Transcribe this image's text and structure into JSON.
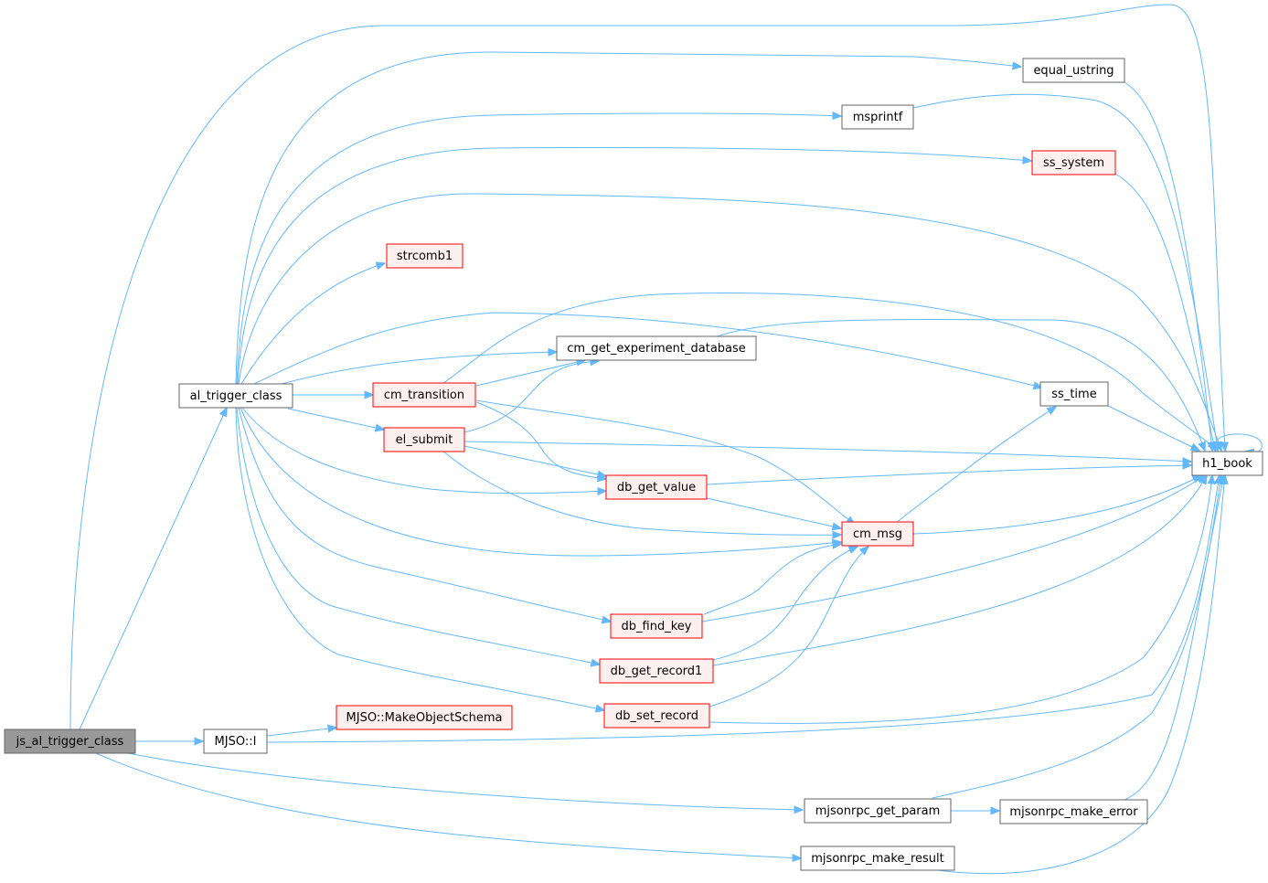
{
  "colors": {
    "edge": "#63b8ff",
    "root_fill": "#999999",
    "root_border": "#666666",
    "normal_border": "#666666",
    "red_border": "#ff0000",
    "red_fill": "#fff0f0",
    "normal_fill": "#ffffff"
  },
  "nodes": {
    "js_al_trigger_class": {
      "label": "js_al_trigger_class",
      "style": "root"
    },
    "al_trigger_class": {
      "label": "al_trigger_class",
      "style": "normal"
    },
    "MJSO_I": {
      "label": "MJSO::I",
      "style": "normal"
    },
    "MJSO_MakeObjectSchema": {
      "label": "MJSO::MakeObjectSchema",
      "style": "red"
    },
    "strcomb1": {
      "label": "strcomb1",
      "style": "red"
    },
    "cm_transition": {
      "label": "cm_transition",
      "style": "red"
    },
    "el_submit": {
      "label": "el_submit",
      "style": "red"
    },
    "cm_get_experiment_database": {
      "label": "cm_get_experiment_database",
      "style": "normal"
    },
    "db_get_value": {
      "label": "db_get_value",
      "style": "red"
    },
    "db_find_key": {
      "label": "db_find_key",
      "style": "red"
    },
    "db_get_record1": {
      "label": "db_get_record1",
      "style": "red"
    },
    "db_set_record": {
      "label": "db_set_record",
      "style": "red"
    },
    "cm_msg": {
      "label": "cm_msg",
      "style": "red"
    },
    "msprintf": {
      "label": "msprintf",
      "style": "normal"
    },
    "equal_ustring": {
      "label": "equal_ustring",
      "style": "normal"
    },
    "ss_system": {
      "label": "ss_system",
      "style": "red"
    },
    "ss_time": {
      "label": "ss_time",
      "style": "normal"
    },
    "h1_book": {
      "label": "h1_book",
      "style": "normal"
    },
    "mjsonrpc_get_param": {
      "label": "mjsonrpc_get_param",
      "style": "normal"
    },
    "mjsonrpc_make_error": {
      "label": "mjsonrpc_make_error",
      "style": "normal"
    },
    "mjsonrpc_make_result": {
      "label": "mjsonrpc_make_result",
      "style": "normal"
    }
  },
  "edges": [
    [
      "js_al_trigger_class",
      "al_trigger_class"
    ],
    [
      "js_al_trigger_class",
      "h1_book"
    ],
    [
      "js_al_trigger_class",
      "MJSO_I"
    ],
    [
      "js_al_trigger_class",
      "mjsonrpc_get_param"
    ],
    [
      "js_al_trigger_class",
      "mjsonrpc_make_result"
    ],
    [
      "al_trigger_class",
      "equal_ustring"
    ],
    [
      "al_trigger_class",
      "msprintf"
    ],
    [
      "al_trigger_class",
      "ss_system"
    ],
    [
      "al_trigger_class",
      "h1_book"
    ],
    [
      "al_trigger_class",
      "strcomb1"
    ],
    [
      "al_trigger_class",
      "ss_time"
    ],
    [
      "al_trigger_class",
      "cm_get_experiment_database"
    ],
    [
      "al_trigger_class",
      "cm_transition"
    ],
    [
      "al_trigger_class",
      "el_submit"
    ],
    [
      "al_trigger_class",
      "db_get_value"
    ],
    [
      "al_trigger_class",
      "cm_msg"
    ],
    [
      "al_trigger_class",
      "db_find_key"
    ],
    [
      "al_trigger_class",
      "db_get_record1"
    ],
    [
      "al_trigger_class",
      "db_set_record"
    ],
    [
      "cm_transition",
      "h1_book"
    ],
    [
      "cm_transition",
      "cm_get_experiment_database"
    ],
    [
      "cm_transition",
      "db_get_value"
    ],
    [
      "cm_transition",
      "cm_msg"
    ],
    [
      "el_submit",
      "cm_get_experiment_database"
    ],
    [
      "el_submit",
      "h1_book"
    ],
    [
      "el_submit",
      "db_get_value"
    ],
    [
      "el_submit",
      "cm_msg"
    ],
    [
      "cm_get_experiment_database",
      "h1_book"
    ],
    [
      "db_get_value",
      "h1_book"
    ],
    [
      "db_get_value",
      "cm_msg"
    ],
    [
      "cm_msg",
      "ss_time"
    ],
    [
      "cm_msg",
      "h1_book"
    ],
    [
      "db_find_key",
      "cm_msg"
    ],
    [
      "db_find_key",
      "h1_book"
    ],
    [
      "db_get_record1",
      "cm_msg"
    ],
    [
      "db_get_record1",
      "h1_book"
    ],
    [
      "db_set_record",
      "cm_msg"
    ],
    [
      "db_set_record",
      "h1_book"
    ],
    [
      "equal_ustring",
      "h1_book"
    ],
    [
      "msprintf",
      "h1_book"
    ],
    [
      "ss_system",
      "h1_book"
    ],
    [
      "ss_time",
      "h1_book"
    ],
    [
      "h1_book",
      "h1_book"
    ],
    [
      "MJSO_I",
      "MJSO_MakeObjectSchema"
    ],
    [
      "MJSO_I",
      "h1_book"
    ],
    [
      "mjsonrpc_get_param",
      "mjsonrpc_make_error"
    ],
    [
      "mjsonrpc_get_param",
      "h1_book"
    ],
    [
      "mjsonrpc_make_error",
      "h1_book"
    ],
    [
      "mjsonrpc_make_result",
      "h1_book"
    ]
  ]
}
